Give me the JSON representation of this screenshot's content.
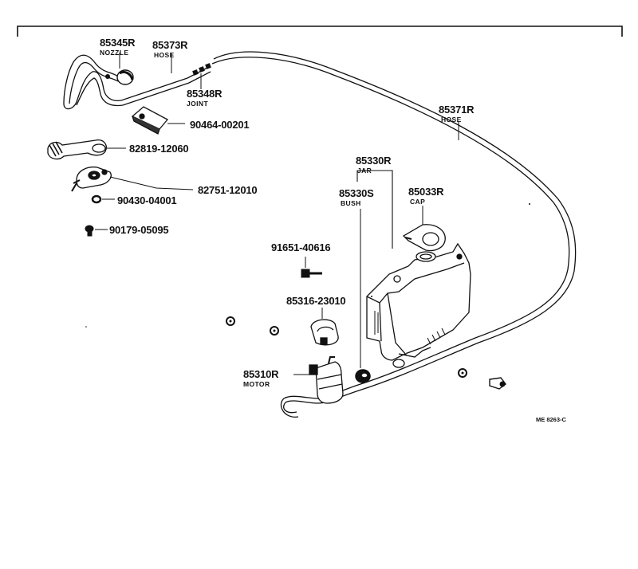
{
  "diagram": {
    "ref_code": "ME 8263-C",
    "parts": [
      {
        "id": "p_85345R",
        "part_no": "85345R",
        "name": "NOZZLE"
      },
      {
        "id": "p_85373R",
        "part_no": "85373R",
        "name": "HOSE"
      },
      {
        "id": "p_85348R",
        "part_no": "85348R",
        "name": "JOINT"
      },
      {
        "id": "p_90464",
        "part_no": "90464-00201",
        "name": ""
      },
      {
        "id": "p_82819",
        "part_no": "82819-12060",
        "name": ""
      },
      {
        "id": "p_82751",
        "part_no": "82751-12010",
        "name": ""
      },
      {
        "id": "p_90430",
        "part_no": "90430-04001",
        "name": ""
      },
      {
        "id": "p_90179",
        "part_no": "90179-05095",
        "name": ""
      },
      {
        "id": "p_85371R",
        "part_no": "85371R",
        "name": "HOSE"
      },
      {
        "id": "p_85330R",
        "part_no": "85330R",
        "name": "JAR"
      },
      {
        "id": "p_85330S",
        "part_no": "85330S",
        "name": "BUSH"
      },
      {
        "id": "p_85033R",
        "part_no": "85033R",
        "name": "CAP"
      },
      {
        "id": "p_91651",
        "part_no": "91651-40616",
        "name": ""
      },
      {
        "id": "p_85316",
        "part_no": "85316-23010",
        "name": ""
      },
      {
        "id": "p_85310R",
        "part_no": "85310R",
        "name": "MOTOR"
      }
    ]
  }
}
